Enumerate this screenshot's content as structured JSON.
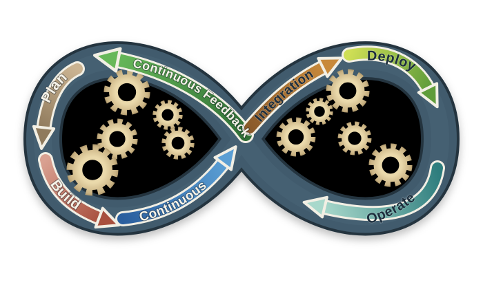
{
  "diagram": {
    "labels": {
      "plan": "Plan",
      "build": "Build",
      "continuous": "Continuous",
      "integration": "Integration",
      "feedback": "Continuous Feedback",
      "deploy": "Deploy",
      "operate": "Operate"
    }
  },
  "colors": {
    "background": "#ffffff",
    "loop_fill": "#000000",
    "band": "#415b6d",
    "band_edge": "#24343f",
    "band_sheen": "#4e6a7c",
    "gear_light": "#ead9ab",
    "gear_mid": "#c9b283",
    "gear_dark": "#8a744b",
    "plan_tail": "#cbb492",
    "plan_head": "#8f7a5c",
    "build_tail": "#d9a191",
    "build_head": "#a8503e",
    "continuous_tail": "#2b5f9e",
    "continuous_head": "#5b9fd4",
    "integration_tail": "#8a5a2a",
    "integration_head": "#c8893a",
    "feedback_tail": "#2f6e35",
    "feedback_head": "#67b859",
    "deploy_tail": "#cede55",
    "deploy_head": "#5f9c3a",
    "operate_tail": "#2e7d7d",
    "operate_head": "#a8d8cb",
    "text_light": "#f5f2e8",
    "text_dark": "#1e2f3e"
  }
}
